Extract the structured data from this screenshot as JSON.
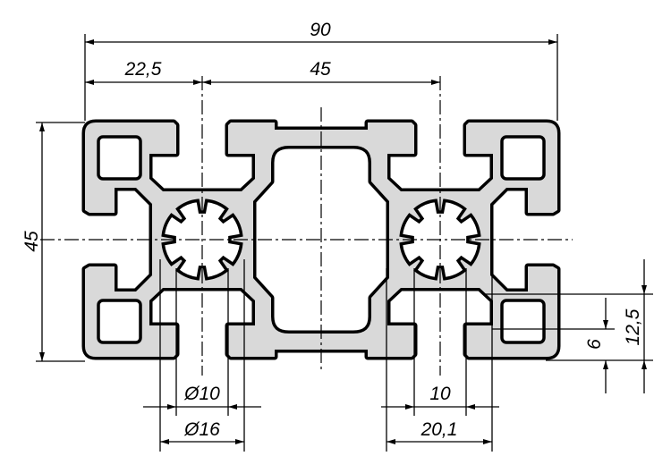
{
  "drawing": {
    "title": "Aluminium profile 45x90 cross-section",
    "fill_color": "#d9d9d9",
    "outline_color": "#000000",
    "dimensions": {
      "overall_width": "90",
      "half_pitch": "22,5",
      "pitch": "45",
      "height": "45",
      "bore_inner": "Ø10",
      "bore_outer": "Ø16",
      "slot_width": "10",
      "slot_inner_width": "20,1",
      "slot_depth": "6",
      "slot_total_depth": "12,5"
    }
  }
}
